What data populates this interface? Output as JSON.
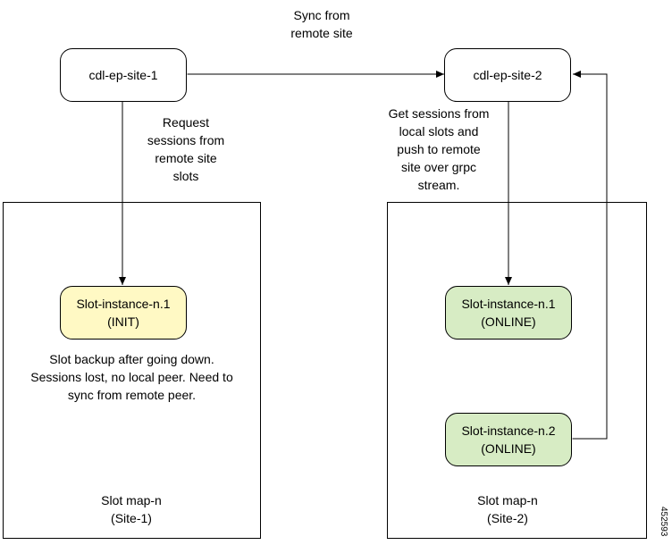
{
  "sync_label": [
    "Sync from",
    "remote site"
  ],
  "nodes": {
    "site1": "cdl-ep-site-1",
    "site2": "cdl-ep-site-2"
  },
  "request_label": [
    "Request",
    "sessions from",
    "remote site",
    "slots"
  ],
  "get_sessions_label": [
    "Get sessions from",
    "local slots and",
    "push to remote",
    "site over grpc",
    "stream."
  ],
  "panels": {
    "site1": {
      "title": [
        "Slot map-n",
        "(Site-1)"
      ]
    },
    "site2": {
      "title": [
        "Slot map-n",
        "(Site-2)"
      ]
    }
  },
  "slots": {
    "site1_n1": {
      "name": "Slot-instance-n.1",
      "state": "(INIT)",
      "color": "#fff9c4"
    },
    "site2_n1": {
      "name": "Slot-instance-n.1",
      "state": "(ONLINE)",
      "color": "#d7ecc4"
    },
    "site2_n2": {
      "name": "Slot-instance-n.2",
      "state": "(ONLINE)",
      "color": "#d7ecc4"
    }
  },
  "slot_note": [
    "Slot backup after going down.",
    "Sessions lost, no local peer. Need to",
    "sync from remote peer."
  ],
  "figure_id": "452593"
}
